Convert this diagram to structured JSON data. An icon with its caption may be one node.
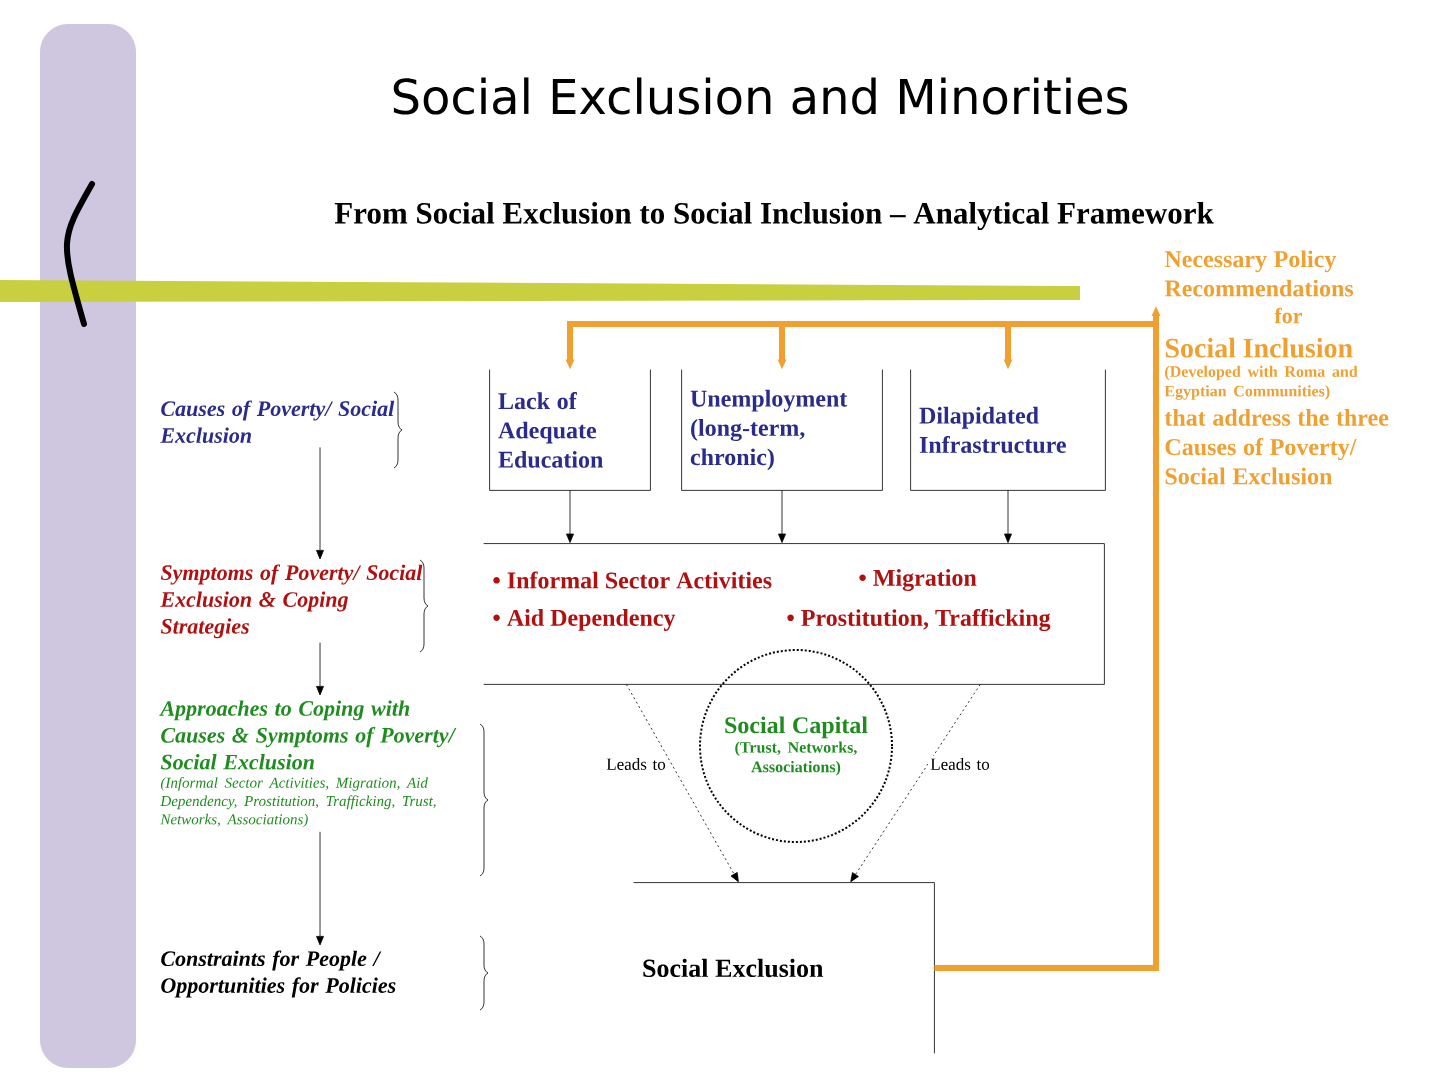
{
  "diagram": {
    "title": "Social Exclusion and Minorities",
    "nodes": [
      {
        "text": [
          "Causes of Poverty/ Social Exclusion"
        ]
      },
      {
        "text": [
          "Symptoms of Poverty/ Social Exclusion & Coping Strategies"
        ]
      },
      {
        "text": [
          "Approaches to Coping with Causes & Symptoms of Poverty/ Social Exclusion",
          "(Informal Sector Activities, Migration, Aid Dependency, Prostitution, Trafficking, Trust, Networks, Associations)"
        ]
      },
      {
        "text": [
          "Constraints for People / Opportunities for Policies"
        ]
      },
      {
        "text": [
          "Lack of Adequate Education"
        ]
      },
      {
        "text": [
          "Unemployment (long-term, chronic)"
        ]
      },
      {
        "text": [
          "Dilapidated Infrastructure"
        ]
      },
      {
        "text": [
          "• Informal Sector Activities",
          "• Migration",
          "• Aid Dependency",
          "• Prostitution, Trafficking"
        ]
      },
      {
        "text": [
          "Social Capital",
          "(Trust, Networks, Associations)"
        ]
      },
      {
        "text": [
          "Social Exclusion"
        ]
      },
      {
        "text": [
          "Necessary Policy Recommendations",
          "for",
          "Social Inclusion",
          "(Developed with Roma and Egyptian Communities)",
          "that address the three Causes of Poverty/ Social Exclusion"
        ]
      }
    ],
    "edges": [
      {
        "from": 0,
        "to": 1,
        "arrow": "to"
      },
      {
        "from": 1,
        "to": 2,
        "arrow": "to"
      },
      {
        "from": 2,
        "to": 3,
        "arrow": "to"
      },
      {
        "from": 4,
        "to": 7,
        "arrow": "to"
      },
      {
        "from": 5,
        "to": 7,
        "arrow": "to"
      },
      {
        "from": 6,
        "to": 7,
        "arrow": "to"
      },
      {
        "from": 7,
        "to": 9,
        "arrow": "to",
        "style": "dashed",
        "label": "Leads to"
      },
      {
        "from": 7,
        "to": 9,
        "arrow": "to",
        "style": "dashed",
        "label": "Leads to"
      },
      {
        "from": 9,
        "to": 10,
        "arrow": "to",
        "style": "thick",
        "color": "#f0a030"
      },
      {
        "from": 10,
        "to": 4,
        "arrow": "to",
        "style": "thick",
        "color": "#f0a030"
      },
      {
        "from": 10,
        "to": 5,
        "arrow": "to",
        "style": "thick",
        "color": "#f0a030"
      },
      {
        "from": 10,
        "to": 6,
        "arrow": "to",
        "style": "thick",
        "color": "#f0a030"
      }
    ],
    "labels": [
      "From Social Exclusion to Social Inclusion – Analytical Framework"
    ]
  }
}
